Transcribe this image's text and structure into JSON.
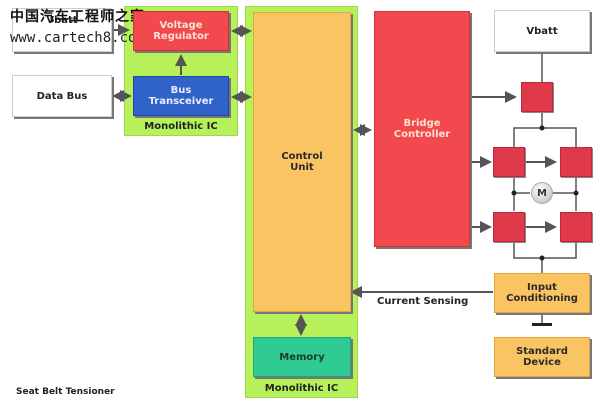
{
  "watermark": {
    "line1": "中国汽车工程师之家",
    "line2": "www.cartech8.com"
  },
  "blocks": {
    "vbatt_left": "Vbatt",
    "data_bus": "Data Bus",
    "voltage_regulator": "Voltage Regulator",
    "bus_transceiver": "Bus Transceiver",
    "control_unit": "Control Unit",
    "memory": "Memory",
    "bridge_controller": "Bridge Controller",
    "vbatt_right": "Vbatt",
    "input_conditioning": "Input Conditioning",
    "standard_device": "Standard Device",
    "motor": "M"
  },
  "labels": {
    "ic1": "Monolithic IC",
    "ic2": "Monolithic IC",
    "current_sensing": "Current Sensing",
    "caption": "Seat Belt Tensioner"
  },
  "colors": {
    "ic_green": "#b6f05a",
    "red": "#f2494f",
    "blue": "#2f63c9",
    "orange": "#fbc463",
    "teal": "#2fcb93"
  }
}
